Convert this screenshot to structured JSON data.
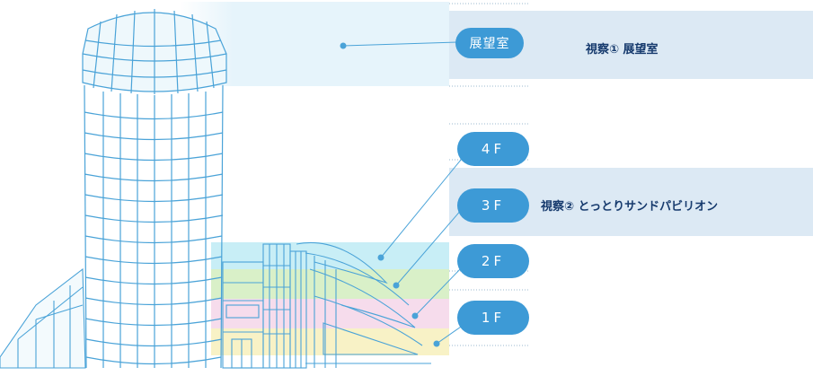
{
  "labels": {
    "observation": "展望室",
    "floor4": "4F",
    "floor3": "3F",
    "floor2": "2F",
    "floor1": "1F"
  },
  "tours": {
    "tour1": "視察①  展望室",
    "tour2": "視察②  とっとりサンドパビリオン"
  },
  "colors": {
    "pill": "#3d9ad6",
    "panel": "#dce9f4",
    "outline": "#4aa3d8",
    "band_cyan": "#c8eef6",
    "band_green": "#d9f0c8",
    "band_pink": "#f6dcec",
    "band_yellow": "#f8f2c6"
  }
}
